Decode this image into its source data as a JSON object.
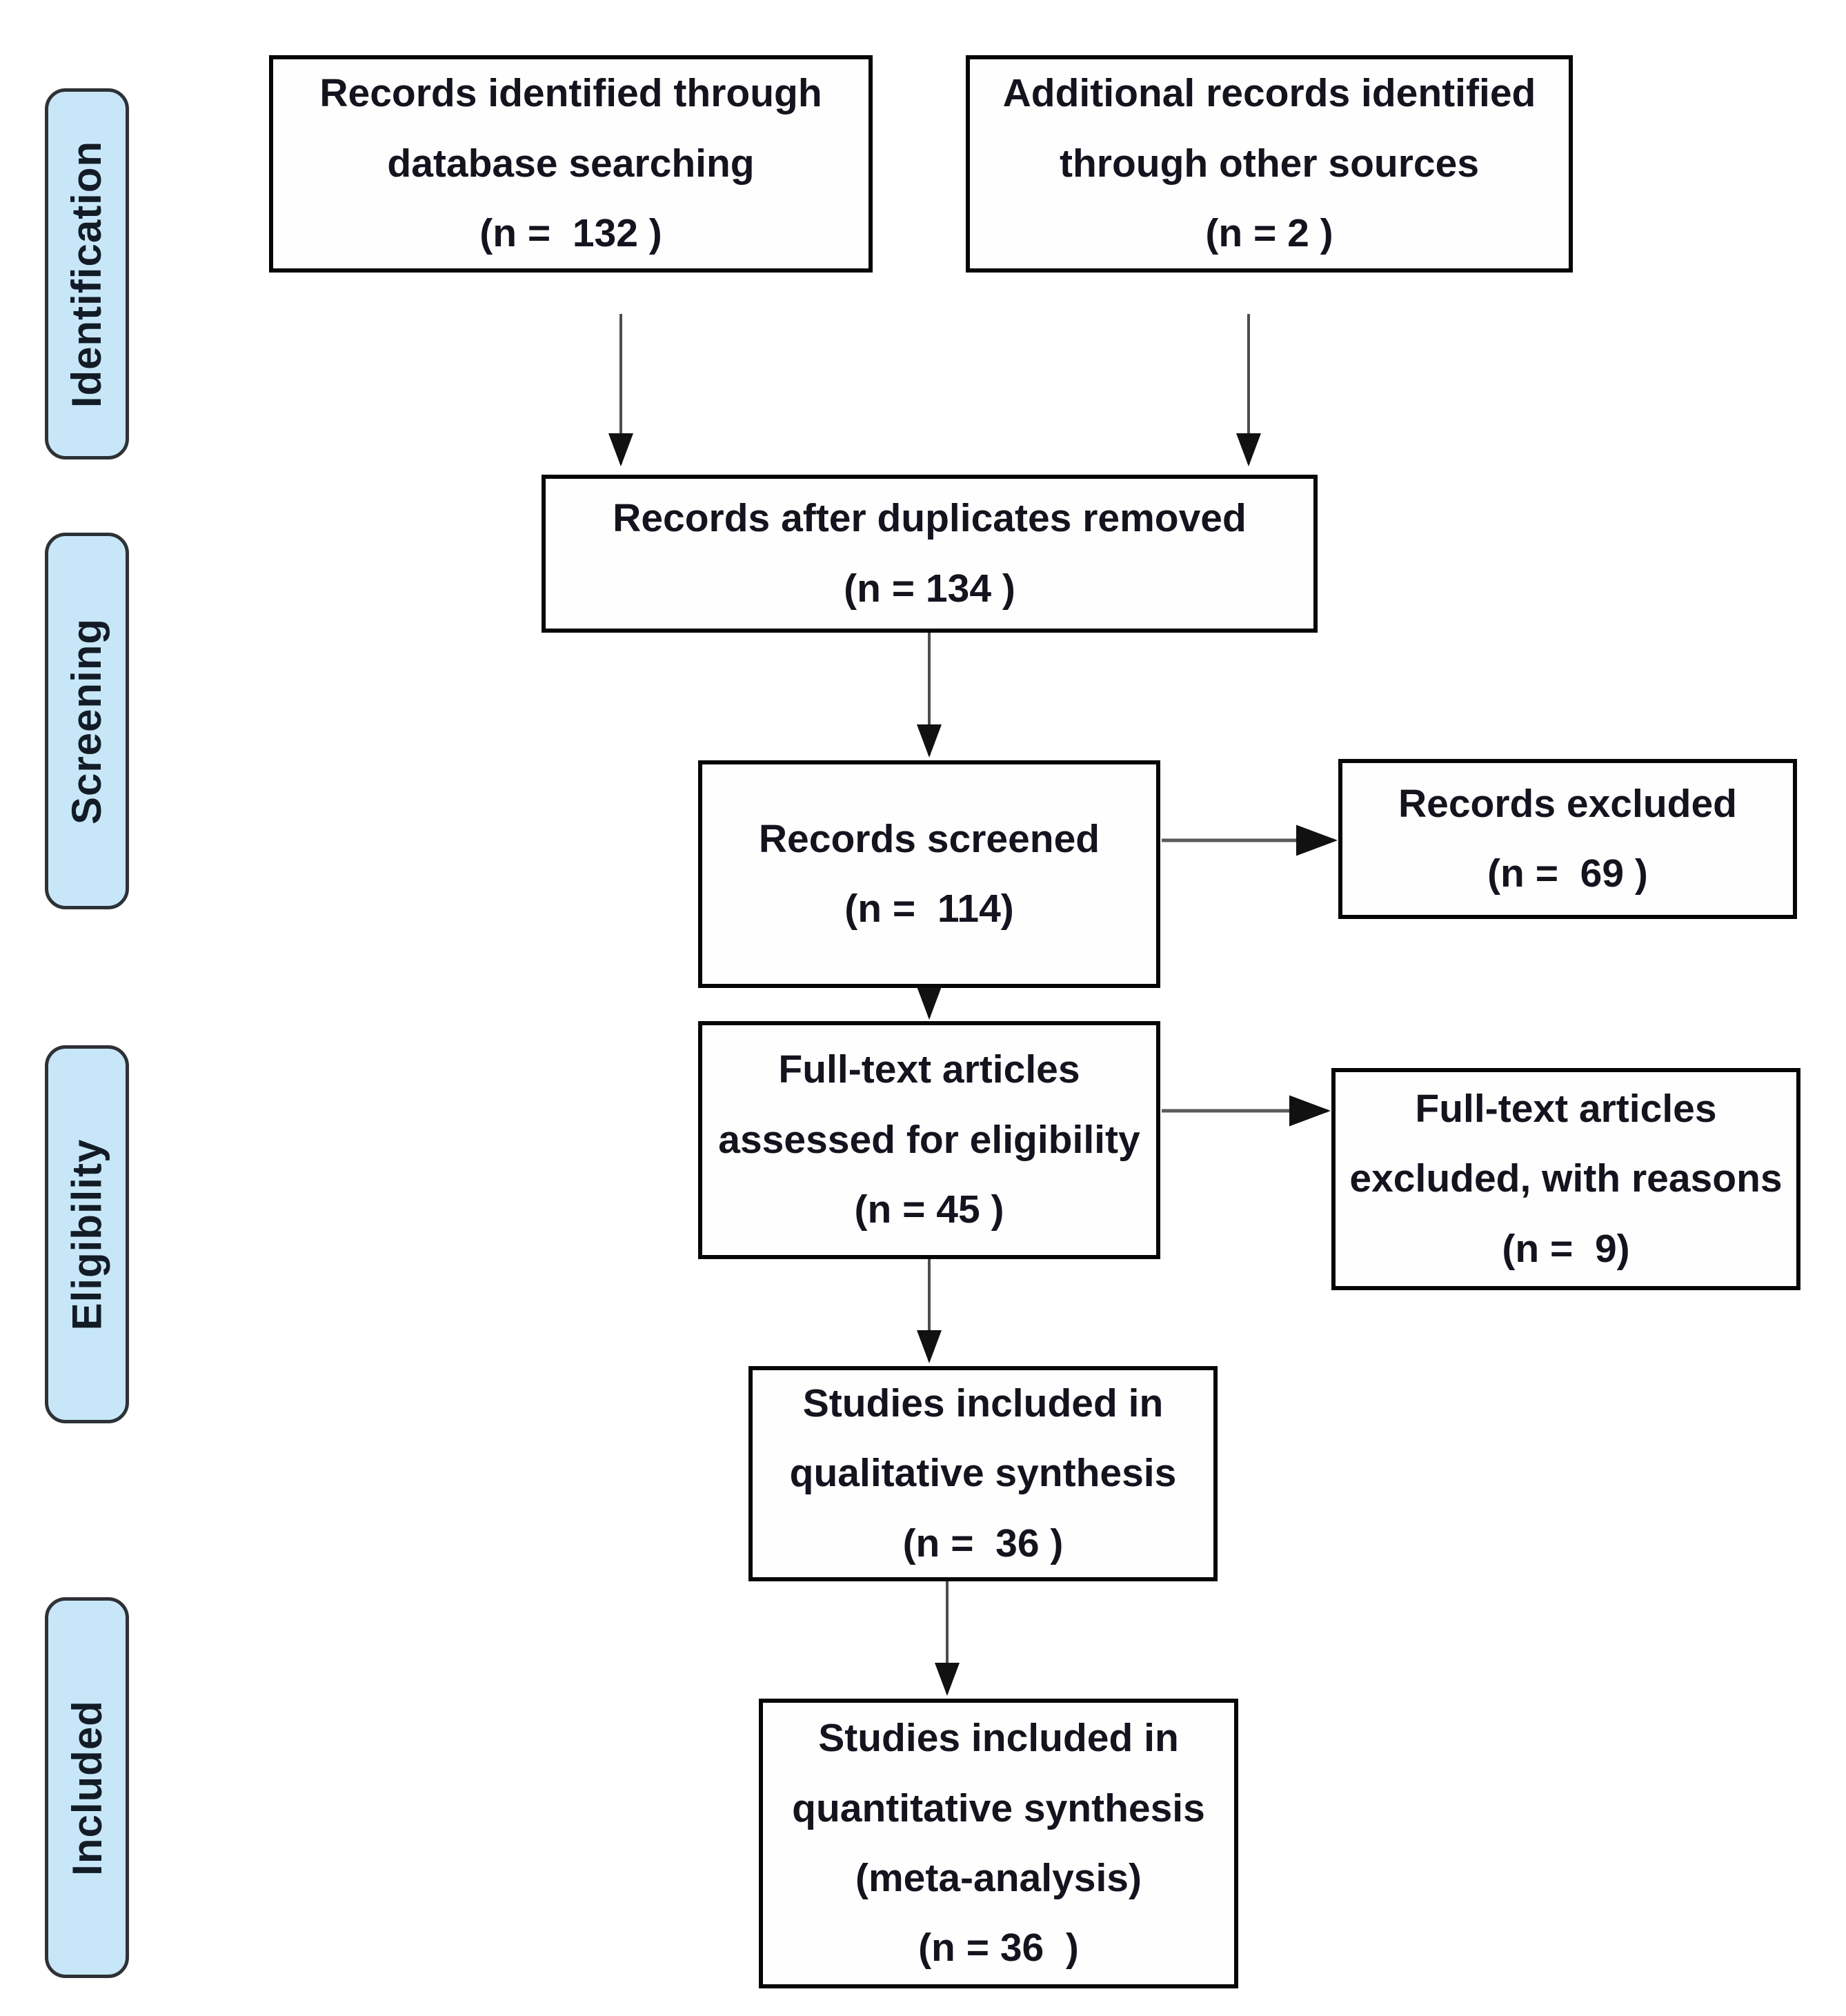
{
  "stages": {
    "identification": "Identification",
    "screening": "Screening",
    "eligibility": "Eligibility",
    "included": "Included"
  },
  "flow": {
    "records_identified": {
      "lines": [
        "Records identified through",
        "database searching",
        "(n =  132 )"
      ]
    },
    "additional_records": {
      "lines": [
        "Additional records identified",
        "through other sources",
        "(n = 2 )"
      ]
    },
    "after_duplicates": {
      "lines": [
        "Records after duplicates removed",
        "(n = 134 )"
      ]
    },
    "records_screened": {
      "lines": [
        "Records screened",
        "(n =  114)"
      ]
    },
    "records_excluded": {
      "lines": [
        "Records excluded",
        "(n =  69 )"
      ]
    },
    "fulltext_assessed": {
      "lines": [
        "Full-text articles",
        "assessed for eligibility",
        "(n = 45 )"
      ]
    },
    "fulltext_excluded": {
      "lines": [
        "Full-text articles",
        "excluded, with reasons",
        "(n =  9)"
      ]
    },
    "qualitative_synthesis": {
      "lines": [
        "Studies included in",
        "qualitative synthesis",
        "(n =  36 )"
      ]
    },
    "quantitative_synthesis": {
      "lines": [
        "Studies included in",
        "quantitative synthesis",
        "(meta-analysis)",
        "(n = 36  )"
      ]
    }
  },
  "colors": {
    "stage_fill": "#c7e7f8",
    "stage_border": "#2e3136",
    "box_border": "#060606",
    "arrow_line": "#4d4d4d",
    "arrow_head": "#111111",
    "text": "#14141f"
  }
}
